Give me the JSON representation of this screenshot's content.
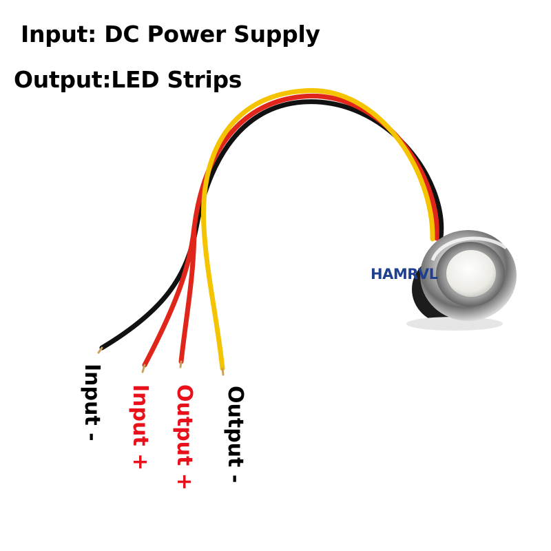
{
  "headline": {
    "input_text": "Input: DC Power Supply",
    "output_text": "Output:LED Strips"
  },
  "brand": {
    "watermark": "HAMRVL",
    "color": "#1f3f8f"
  },
  "wires": [
    {
      "label": "Input -",
      "wire_color": "#111111",
      "label_color": "#000000"
    },
    {
      "label": "Input +",
      "wire_color": "#e0251b",
      "label_color": "#e8101a"
    },
    {
      "label": "Output +",
      "wire_color": "#e0251b",
      "label_color": "#e8101a"
    },
    {
      "label": "Output -",
      "wire_color": "#f5c400",
      "label_color": "#000000"
    }
  ],
  "button": {
    "bezel_color": "#c9c9c9",
    "cap_color": "#f1f1ee"
  }
}
